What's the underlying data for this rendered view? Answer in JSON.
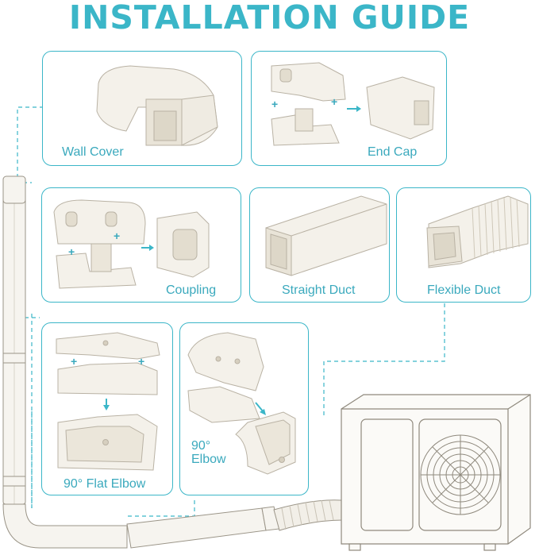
{
  "title": "INSTALLATION GUIDE",
  "panels": {
    "wall_cover": "Wall Cover",
    "end_cap": "End Cap",
    "coupling": "Coupling",
    "straight_duct": "Straight Duct",
    "flexible_duct": "Flexible Duct",
    "flat_elbow": "90° Flat Elbow",
    "elbow_line1": "90°",
    "elbow_line2": "Elbow"
  },
  "symbols": {
    "plus": "+"
  },
  "colors": {
    "accent": "#3bb6c8",
    "part_fill": "#f4f1ea",
    "part_stroke": "#b9b2a4"
  }
}
